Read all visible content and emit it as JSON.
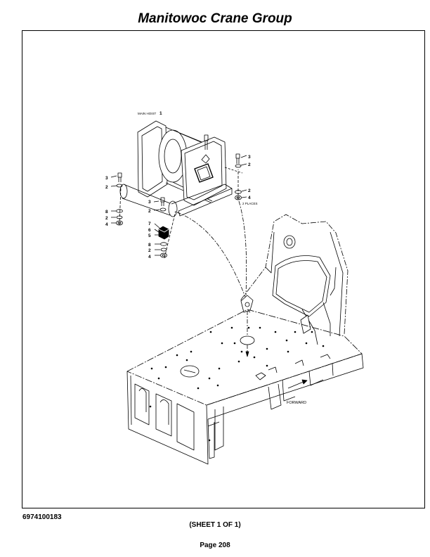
{
  "header": {
    "title": "Manitowoc Crane Group"
  },
  "drawing": {
    "labels": {
      "main_hoist": "MAIN HOIST",
      "places": "2 PLACES",
      "forward": "FORWARD"
    },
    "callouts": [
      "1",
      "3",
      "2",
      "2",
      "4",
      "3",
      "2",
      "3",
      "2",
      "8",
      "2",
      "4",
      "7",
      "6",
      "5",
      "8",
      "2",
      "4"
    ]
  },
  "footer": {
    "doc_number": "6974100183",
    "sheet": "(SHEET 1 OF 1)",
    "page": "Page 208"
  }
}
